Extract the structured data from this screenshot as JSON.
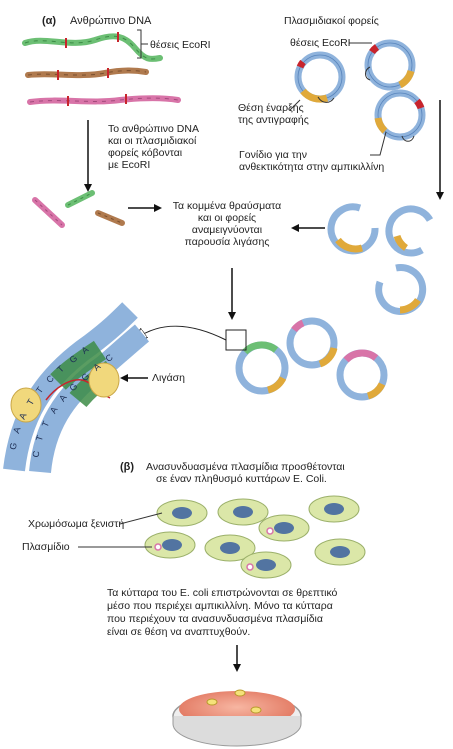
{
  "part_a": {
    "label": "(α)",
    "human_dna_title": "Ανθρώπινο DNA",
    "ecori_sites_left": "θέσεις EcoRI",
    "plasmid_vectors_title": "Πλασμιδιακοί φορείς",
    "ecori_sites_right": "θέσεις EcoRI",
    "origin_line1": "Θέση έναρξης",
    "origin_line2": "της αντιγραφής",
    "gene_line1": "Γονίδιο για την",
    "gene_line2": "ανθεκτικότητα στην αμπικιλλίνη",
    "cut_line1": "Το ανθρώπινο DNA",
    "cut_line2": "και οι πλασμιδιακοί",
    "cut_line3": "φορείς κόβονται",
    "cut_line4": "με EcoRI",
    "mix_line1": "Τα κομμένα θραύσματα",
    "mix_line2": "και οι φορείς",
    "mix_line3": "αναμειγνύονται",
    "mix_line4": "παρουσία λιγάσης",
    "ligase": "Λιγάση",
    "top_strand_bases": [
      "G",
      "A",
      "A",
      "T",
      "T",
      "C",
      "T",
      "G",
      "A"
    ],
    "bottom_strand_bases": [
      "C",
      "T",
      "T",
      "A",
      "A",
      "G",
      "G",
      "A",
      "C"
    ]
  },
  "part_b": {
    "label": "(β)",
    "title_line1": "Ανασυνδυασμένα πλασμίδια προσθέτονται",
    "title_line2": "σε έναν πληθυσμό κυττάρων E. Coli.",
    "host_chromosome": "Χρωμόσωμα ξενιστή",
    "plasmid": "Πλασμίδιο",
    "note_line1": "Τα κύτταρα του E. coli επιστρώνονται σε θρεπτικό",
    "note_line2": "μέσο που περιέχει αμπικιλλίνη. Μόνο τα κύτταρα",
    "note_line3": "που περιέχουν  τα ανασυνδυασμένα πλασμίδια",
    "note_line4": "είναι σε θέση να αναπτυχθούν."
  },
  "colors": {
    "human_dna_green": "#6cbf74",
    "human_dna_brown": "#b07a4e",
    "human_dna_pink": "#d874a8",
    "plasmid_blue": "#8fb3dc",
    "resistance_gene": "#e0a93a",
    "ecori_site": "#c8242c",
    "ligase": "#f1d87c",
    "cell": "#dbe7a8",
    "chromosome": "#3a5fa0",
    "agar": "#f2a08a"
  }
}
